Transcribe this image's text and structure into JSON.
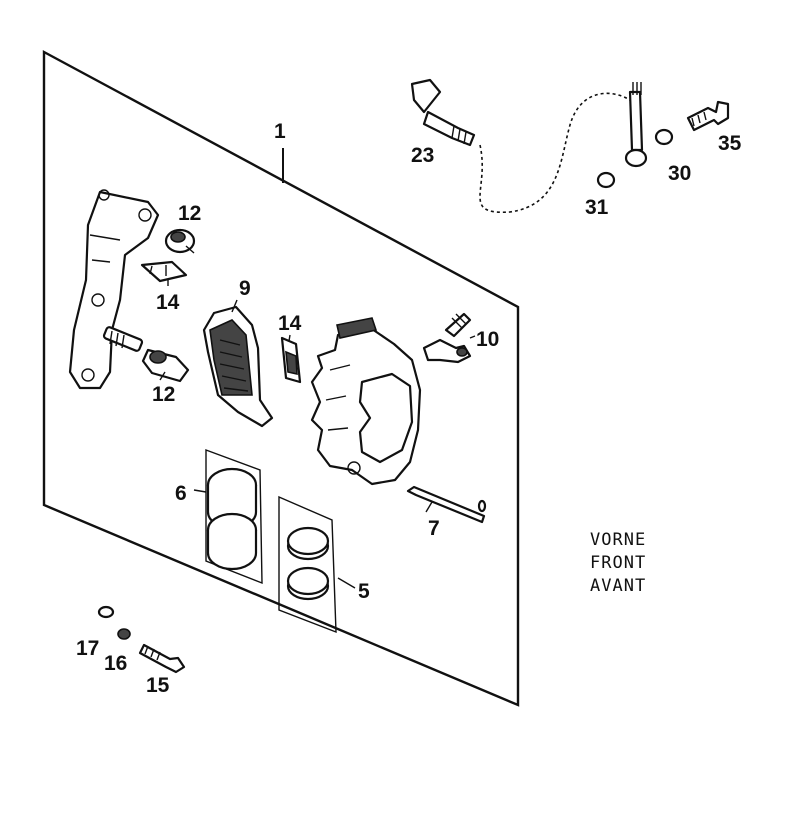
{
  "callouts": {
    "c1": "1",
    "c5": "5",
    "c6": "6",
    "c7": "7",
    "c9": "9",
    "c10": "10",
    "c12a": "12",
    "c12b": "12",
    "c14a": "14",
    "c14b": "14",
    "c15": "15",
    "c16": "16",
    "c17": "17",
    "c23": "23",
    "c30": "30",
    "c31": "31",
    "c35": "35"
  },
  "direction": {
    "line1": "VORNE",
    "line2": "FRONT",
    "line3": "AVANT"
  }
}
